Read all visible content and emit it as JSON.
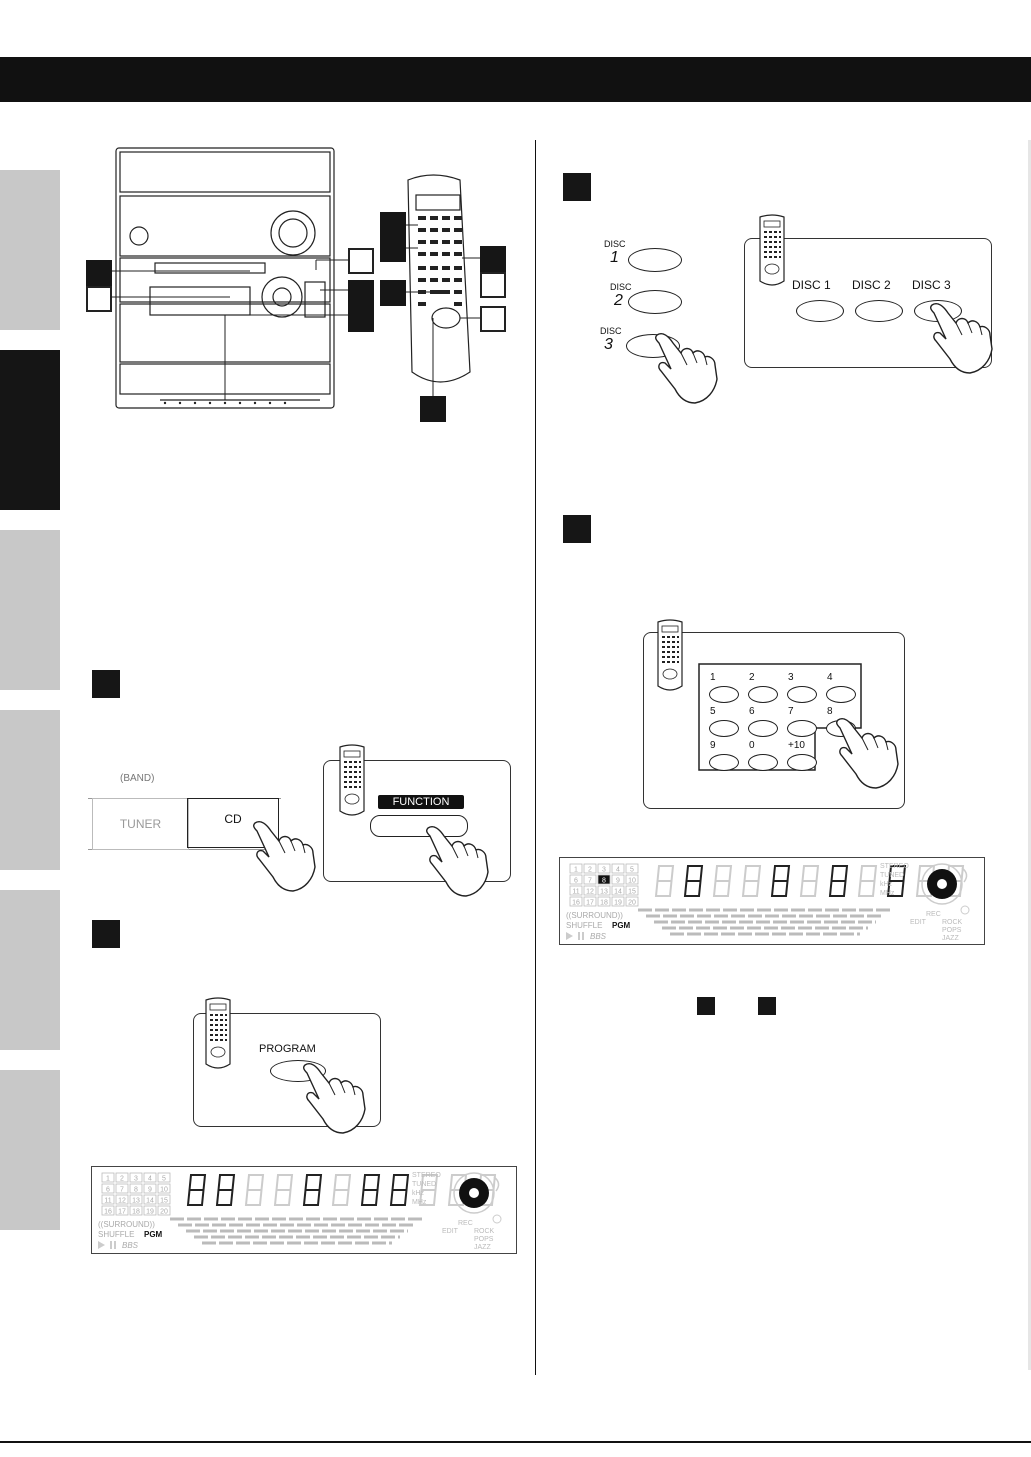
{
  "step_markers": {
    "unit_left_top": "",
    "unit_left_bottom": "",
    "unit_right_1": "",
    "unit_right_2": "",
    "unit_right_3": "",
    "remote_1": "",
    "remote_2": "",
    "remote_3": "",
    "remote_4": "",
    "remote_5": "",
    "remote_6": "",
    "remote_bottom": ""
  },
  "step1": {
    "band_label": "(BAND)",
    "tuner_label": "TUNER",
    "cd_label": "CD",
    "function_label": "FUNCTION"
  },
  "step2": {
    "program_label": "PROGRAM"
  },
  "step3": {
    "unit_disc_labels": [
      "DISC",
      "DISC",
      "DISC"
    ],
    "unit_disc_numbers": [
      "1",
      "2",
      "3"
    ],
    "remote_disc_labels": [
      "DISC 1",
      "DISC 2",
      "DISC 3"
    ]
  },
  "step4": {
    "keypad": [
      "1",
      "2",
      "3",
      "4",
      "5",
      "6",
      "7",
      "8",
      "9",
      "0",
      "+10"
    ]
  },
  "display": {
    "tracks": [
      "1",
      "2",
      "3",
      "4",
      "5",
      "6",
      "7",
      "8",
      "9",
      "10",
      "11",
      "12",
      "13",
      "14",
      "15",
      "16",
      "17",
      "18",
      "19",
      "20"
    ],
    "surround": "((SURROUND))",
    "shuffle": "SHUFFLE",
    "pgm": "PGM",
    "bbs": "BBS",
    "stereo": "STEREO",
    "tuned": "TUNED",
    "khz": "kHz",
    "mhz": "MHz",
    "rec": "REC",
    "edit": "EDIT",
    "rock": "ROCK",
    "pops": "POPS",
    "jazz": "JAZZ",
    "highlighted_track": "8"
  }
}
